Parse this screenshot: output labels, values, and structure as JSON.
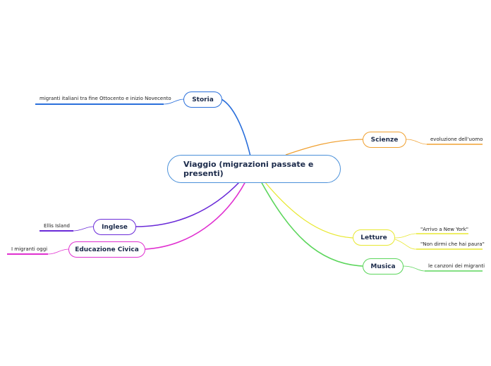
{
  "central": {
    "label": "Viaggio (migrazioni passate e presenti)"
  },
  "branches": {
    "storia": {
      "label": "Storia",
      "color": "#2a6fdb",
      "leaf": "migranti italiani tra fine Ottocento e inizio Novecento"
    },
    "scienze": {
      "label": "Scienze",
      "color": "#f0a030",
      "leaf": "evoluzione dell'uomo"
    },
    "letture": {
      "label": "Letture",
      "color": "#e8e830",
      "leaves": [
        "\"Arrivo a New York\"",
        "\"Non dirmi che hai paura\""
      ]
    },
    "musica": {
      "label": "Musica",
      "color": "#5cd65c",
      "leaf": "le canzoni dei migranti"
    },
    "inglese": {
      "label": "Inglese",
      "color": "#6a2ad8",
      "leaf": "Ellis Island"
    },
    "educazione": {
      "label": "Educazione Civica",
      "color": "#e030d0",
      "leaf": "I migranti oggi"
    }
  }
}
